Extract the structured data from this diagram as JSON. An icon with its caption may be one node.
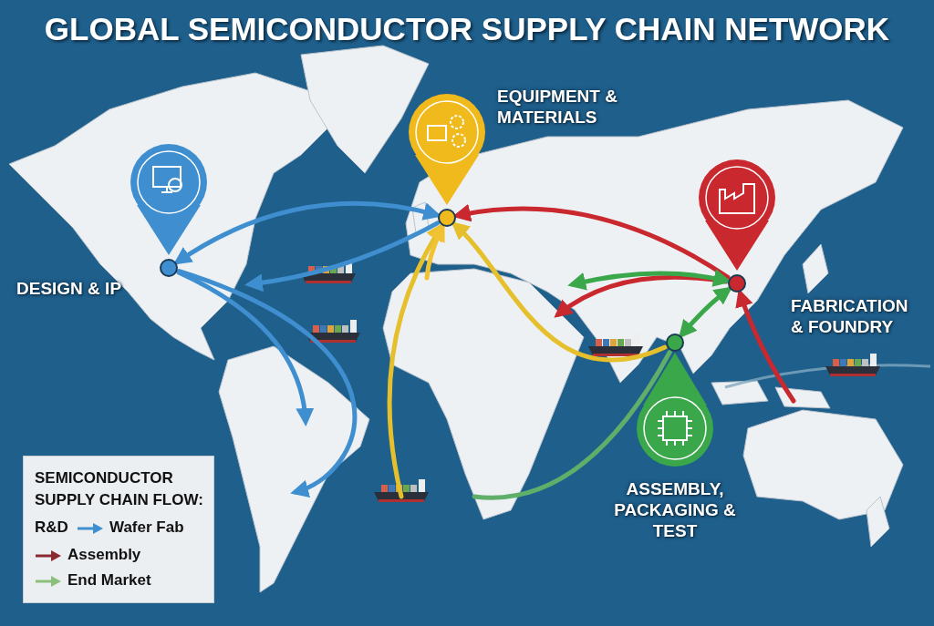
{
  "diagram": {
    "title": "GLOBAL SEMICONDUCTOR SUPPLY CHAIN NETWORK",
    "nodes": [
      {
        "text": [
          "DESIGN & IP"
        ]
      },
      {
        "text": [
          "EQUIPMENT & MATERIALS"
        ]
      },
      {
        "text": [
          "FABRICATION & FOUNDRY"
        ]
      },
      {
        "text": [
          "ASSEMBLY, PACKAGING & TEST"
        ]
      }
    ],
    "edges": [
      {
        "from": 0,
        "to": 1,
        "arrow": "both",
        "color": "#3f8fd0"
      },
      {
        "from": 1,
        "to": null,
        "arrow": "to",
        "color": "#3f8fd0"
      },
      {
        "from": 0,
        "to": null,
        "arrow": "to",
        "color": "#3f8fd0"
      },
      {
        "from": 0,
        "to": null,
        "arrow": "to",
        "color": "#3f8fd0"
      },
      {
        "from": 2,
        "to": 1,
        "arrow": "to",
        "color": "#c8282e"
      },
      {
        "from": 2,
        "to": null,
        "arrow": "to",
        "color": "#c8282e"
      },
      {
        "from": null,
        "to": 2,
        "arrow": "to",
        "color": "#c8282e"
      },
      {
        "from": 3,
        "to": 2,
        "arrow": "both",
        "color": "#3aa84a"
      },
      {
        "from": 2,
        "to": null,
        "arrow": "both",
        "color": "#3aa84a"
      },
      {
        "from": null,
        "to": 1,
        "arrow": "to",
        "color": "#e5c02c"
      },
      {
        "from": 3,
        "to": null,
        "arrow": "none",
        "color": "#5fae6a"
      },
      {
        "from": 3,
        "to": 1,
        "arrow": "to",
        "color": "#e5c02c"
      },
      {
        "from": null,
        "to": 1,
        "arrow": "to",
        "color": "#f1c232"
      }
    ],
    "labels": [
      "SEMICONDUCTOR SUPPLY CHAIN FLOW:",
      "R&D"
    ],
    "legend": [
      {
        "text": "Wafer Fab"
      },
      {
        "text": "Assembly"
      },
      {
        "text": "End Market"
      }
    ]
  }
}
